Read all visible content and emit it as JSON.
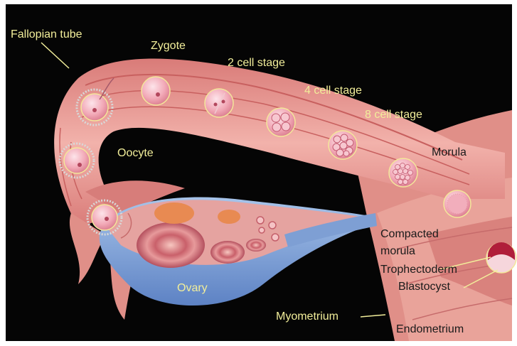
{
  "labels": {
    "fallopian_tube": "Fallopian tube",
    "zygote": "Zygote",
    "two_cell": "2 cell stage",
    "four_cell": "4 cell stage",
    "eight_cell": "8 cell stage",
    "oocyte": "Oocyte",
    "morula": "Morula",
    "compacted_morula": "Compacted morula",
    "trophectoderm": "Trophectoderm",
    "blastocyst": "Blastocyst",
    "ovary": "Ovary",
    "myometrium": "Myometrium",
    "endometrium": "Endometrium"
  },
  "colors": {
    "background": "#050505",
    "label_yellow": "#f2ee9a",
    "tissue_pink": "#e6918f",
    "tissue_light": "#f2b8b1",
    "ovary_blue": "#8ab0de",
    "cell_pink": "#f7b9c3",
    "cell_outline": "#f3e79a"
  }
}
